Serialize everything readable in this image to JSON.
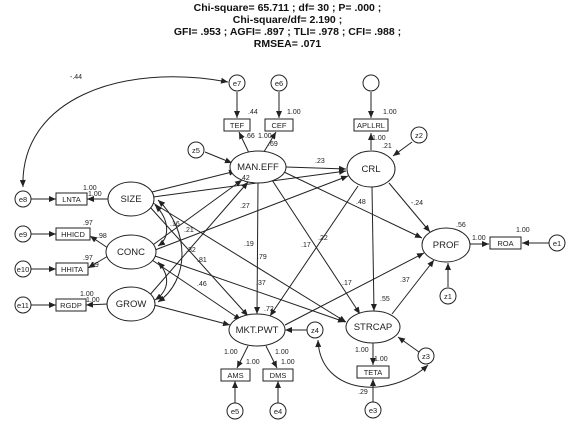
{
  "fit_stats": {
    "line1": "Chi-square= 65.711 ; df= 30 ; P= .000 ;",
    "line2": "Chi-square/df= 2.190 ;",
    "line3": "GFI= .953 ; AGFI= .897 ; TLI= .978 ; CFI= .988 ;",
    "line4": "RMSEA= .071"
  },
  "latent": {
    "size": "SIZE",
    "conc": "CONC",
    "grow": "GROW",
    "maneff": "MAN.EFF",
    "crl": "CRL",
    "prof": "PROF",
    "mktpwt": "MKT.PWT",
    "strcap": "STRCAP"
  },
  "observed": {
    "lnta": "LNTA",
    "hhicd": "HHICD",
    "hhita": "HHITA",
    "rgdp": "RGDP",
    "tef": "TEF",
    "cef": "CEF",
    "apllrl": "APLLRL",
    "roa": "ROA",
    "ams": "AMS",
    "dms": "DMS",
    "teta": "TETA"
  },
  "errors": {
    "e1": "e1",
    "e3": "e3",
    "e4": "e4",
    "e5": "e5",
    "e6": "e6",
    "e7": "e7",
    "e8": "e8",
    "e9": "e9",
    "e10": "e10",
    "e11": "e11",
    "z1": "z1",
    "z2": "z2",
    "z3": "z3",
    "z4": "z4",
    "z5": "z5"
  },
  "coefficients": {
    "e8_e7_cov": "-.44",
    "tef_var": ".44",
    "tef_load": ".66",
    "cef_var": "1.00",
    "cef_one": "1.00",
    "cef_load": ".69",
    "apllrl_var": "1.00",
    "apllrl_load": "1.00",
    "crl_r2": ".21",
    "lnta_var": "1.00",
    "lnta_load": "1.00",
    "hhicd_var": ".97",
    "hhicd_load": ".98",
    "hhita_var": ".97",
    "hhita_load": ".99",
    "rgdp_var": "1.00",
    "rgdp_load": "1.00",
    "size_maneff": ".42",
    "maneff_crl": ".23",
    "size_crl": ".27",
    "conc_crl": ".21",
    "size_mktpwt_a": ".16",
    "size_mktpwt_b": ".32",
    "conc_maneff": ".81",
    "grow_maneff": ".46",
    "maneff_mktpwt": ".19",
    "maneff_strcap": ".79",
    "maneff_prof": ".48",
    "crl_prof": "-.24",
    "crl_strcap": ".22",
    "crl_mktpwt": ".17",
    "conc_mktpwt": ".37",
    "size_strcap": ".17",
    "prof_r2": ".56",
    "roa_load": "1.00",
    "roa_var": "1.00",
    "strcap_r2": ".55",
    "strcap_prof": ".37",
    "mktpwt_r2": ".72",
    "ams_var": "1.00",
    "ams_load": "1.00",
    "dms_var": "1.00",
    "dms_load": "1.00",
    "teta_var": "1.00",
    "teta_load": "1.00",
    "e3_cov": ".29"
  }
}
